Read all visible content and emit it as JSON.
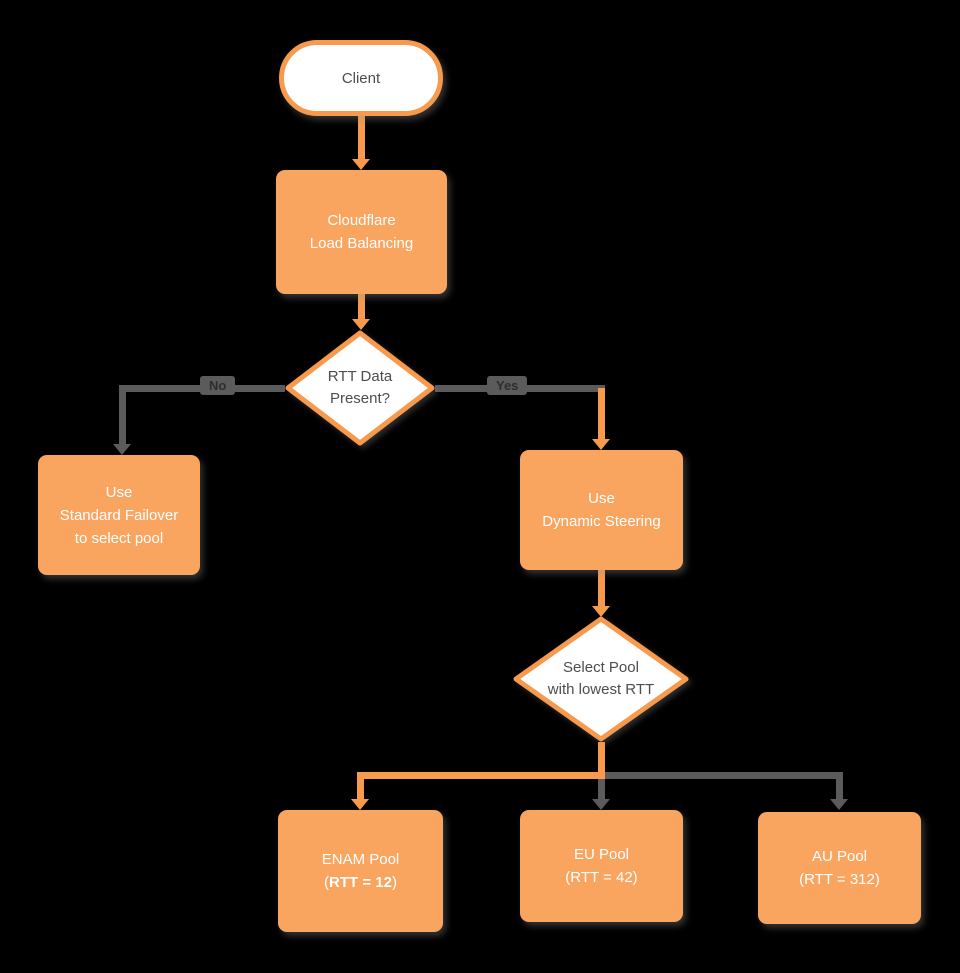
{
  "diagram": {
    "colors": {
      "background": "#000000",
      "node_fill": "#F9A45F",
      "node_stroke": "#F79A4D",
      "connector_gray": "#5B5B5B",
      "text_dark": "#4D4D4D",
      "text_light": "#FFFFFF"
    },
    "nodes": {
      "client": {
        "label": "Client"
      },
      "cloudflare_lb": {
        "line1": "Cloudflare",
        "line2": "Load Balancing"
      },
      "rtt_decision": {
        "line1": "RTT Data",
        "line2": "Present?"
      },
      "standard_failover": {
        "line1": "Use",
        "line2": "Standard Failover",
        "line3": "to select pool"
      },
      "dynamic_steering": {
        "line1": "Use",
        "line2": "Dynamic Steering"
      },
      "select_pool": {
        "line1": "Select Pool",
        "line2": "with lowest RTT"
      },
      "enam_pool": {
        "line1": "ENAM Pool",
        "line2_prefix": "(",
        "line2_bold": "RTT = 12",
        "line2_suffix": ")"
      },
      "eu_pool": {
        "line1": "EU Pool",
        "line2": "(RTT = 42)"
      },
      "au_pool": {
        "line1": "AU Pool",
        "line2": "(RTT = 312)"
      }
    },
    "edges": {
      "no_label": "No",
      "yes_label": "Yes"
    }
  }
}
